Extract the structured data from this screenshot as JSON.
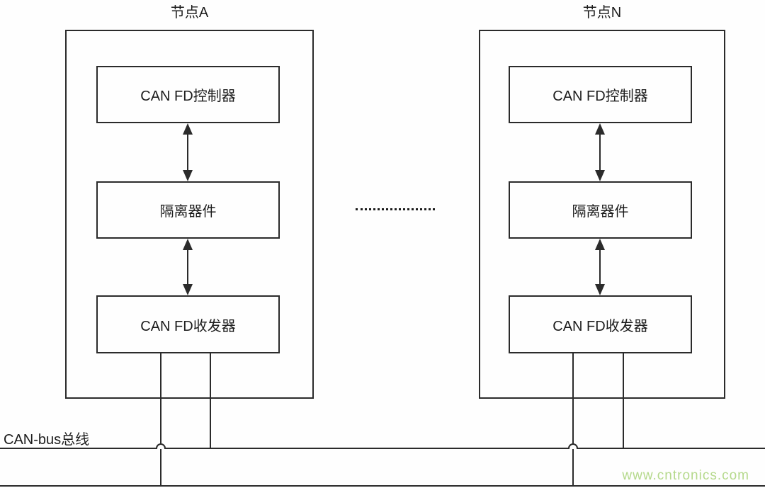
{
  "diagram": {
    "node_a": {
      "title": "节点A",
      "controller": "CAN FD控制器",
      "isolator": "隔离器件",
      "transceiver": "CAN FD收发器"
    },
    "node_n": {
      "title": "节点N",
      "controller": "CAN FD控制器",
      "isolator": "隔离器件",
      "transceiver": "CAN FD收发器"
    },
    "bus_label": "CAN-bus总线",
    "watermark": "www.cntronics.com",
    "colors": {
      "line": "#2b2b2b",
      "text": "#1c1c1c",
      "watermark_green": "#b5d98c",
      "background": "#fefefe"
    }
  }
}
